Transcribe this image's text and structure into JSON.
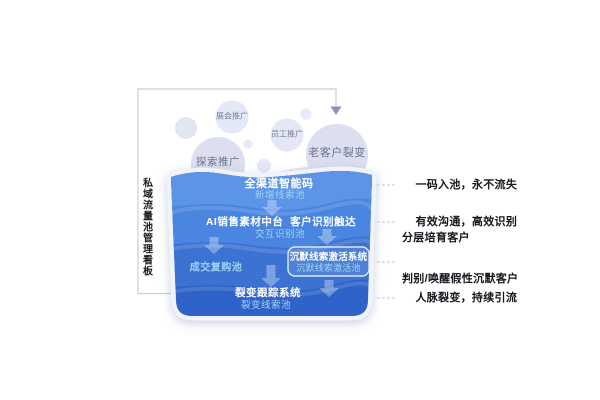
{
  "dashboard": {
    "side_label": "私域流量池管理看板"
  },
  "bubbles": {
    "exhibition": "展会推广",
    "staff": "员工推广",
    "explore": "探索推广",
    "old_customer": "老客户裂变"
  },
  "funnel": {
    "layers": [
      {
        "title": "全渠道智能码",
        "subtitle": "新增线索池",
        "color": "#5C94E7"
      },
      {
        "title": "AI销售素材中台  客户识别触达",
        "subtitle": "交互识别池",
        "color": "#4A86E0"
      },
      {
        "title": "",
        "subtitle": "成交复购池",
        "color": "#3C73D3"
      },
      {
        "title": "裂变跟踪系统",
        "subtitle": "裂变线索池",
        "color": "#2F63C9"
      }
    ],
    "silent_box": {
      "title": "沉默线索激活系统",
      "subtitle": "沉默线索激活池"
    }
  },
  "annotations": [
    {
      "line1": "一码入池，永不流失"
    },
    {
      "line1": "有效沟通，高效识别"
    },
    {
      "line1": "分层培育客户",
      "line2": "判别/唤醒假性沉默客户"
    },
    {
      "line1": "人脉裂变，持续引流"
    }
  ],
  "colors": {
    "bubble_fill": "#DBDFEF",
    "bubble_fill_light": "#E4E7F5",
    "wave_band": "#DCE3F5",
    "frame_line": "#C9CDD9",
    "arrowhead": "#8A93B3",
    "connector_dash": "#C6CAD5",
    "layer_subtext": "#9FD4F2",
    "annotation_text": "#15171C",
    "bubble_text": "#6B7289"
  }
}
